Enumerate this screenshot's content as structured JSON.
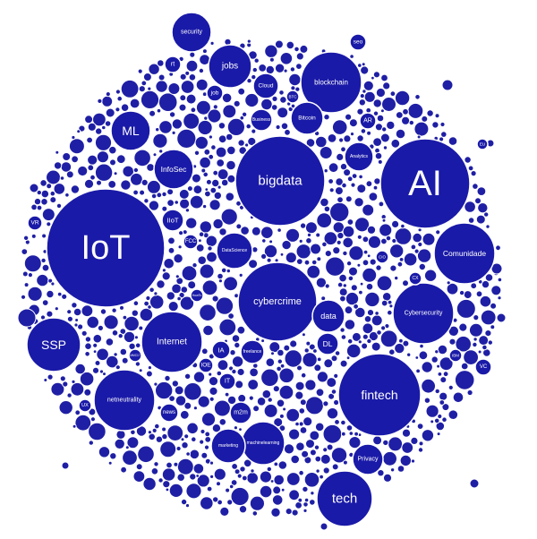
{
  "colors": {
    "bubble": "#1f1fa5",
    "stroke": "#ffffff",
    "text": "#ffffff",
    "background": "#ffffff"
  },
  "bubbles": [
    {
      "id": "iot",
      "label": "IoT"
    },
    {
      "id": "ai",
      "label": "AI"
    },
    {
      "id": "bigdata",
      "label": "bigdata"
    },
    {
      "id": "fintech",
      "label": "fintech"
    },
    {
      "id": "cybercrime",
      "label": "cybercrime"
    },
    {
      "id": "comunidade",
      "label": "Comunidade"
    },
    {
      "id": "cybersecurity",
      "label": "Cybersecurity"
    },
    {
      "id": "internet",
      "label": "Internet"
    },
    {
      "id": "netneutrality",
      "label": "netneutrality"
    },
    {
      "id": "blockchain",
      "label": "blockchain"
    },
    {
      "id": "tech",
      "label": "tech"
    },
    {
      "id": "ssp",
      "label": "SSP"
    },
    {
      "id": "ml",
      "label": "ML"
    },
    {
      "id": "infosec",
      "label": "InfoSec"
    },
    {
      "id": "machinelearning",
      "label": "machinelearning"
    },
    {
      "id": "security",
      "label": "security"
    },
    {
      "id": "jobs",
      "label": "jobs"
    },
    {
      "id": "datascience",
      "label": "DataScience"
    },
    {
      "id": "marketing",
      "label": "marketing"
    },
    {
      "id": "data",
      "label": "data"
    },
    {
      "id": "bitcoin",
      "label": "Bitcoin"
    },
    {
      "id": "privacy",
      "label": "Privacy"
    },
    {
      "id": "analytics",
      "label": "Analytics"
    },
    {
      "id": "cloud",
      "label": "Cloud"
    },
    {
      "id": "business",
      "label": "Business"
    },
    {
      "id": "freelance",
      "label": "freelance"
    },
    {
      "id": "m2m",
      "label": "m2m"
    },
    {
      "id": "dl",
      "label": "DL"
    },
    {
      "id": "news",
      "label": "news"
    },
    {
      "id": "iiot",
      "label": "IIoT"
    },
    {
      "id": "ar",
      "label": "AR"
    },
    {
      "id": "rt",
      "label": "rt"
    },
    {
      "id": "seo",
      "label": "seo"
    },
    {
      "id": "job",
      "label": "job"
    },
    {
      "id": "fcc",
      "label": "FCC"
    },
    {
      "id": "ioe",
      "label": "IOE"
    },
    {
      "id": "ia",
      "label": "IA"
    },
    {
      "id": "it",
      "label": "IT"
    },
    {
      "id": "vr",
      "label": "VR"
    },
    {
      "id": "ux",
      "label": "UX"
    },
    {
      "id": "vc",
      "label": "VC"
    },
    {
      "id": "cx",
      "label": "CX"
    },
    {
      "id": "cio",
      "label": "CIO"
    },
    {
      "id": "btc",
      "label": "BTC"
    },
    {
      "id": "ibm",
      "label": "IBM"
    },
    {
      "id": "eu",
      "label": "EU"
    },
    {
      "id": "howto",
      "label": "HowTo"
    },
    {
      "id": "mmc17",
      "label": "MMC17"
    }
  ]
}
